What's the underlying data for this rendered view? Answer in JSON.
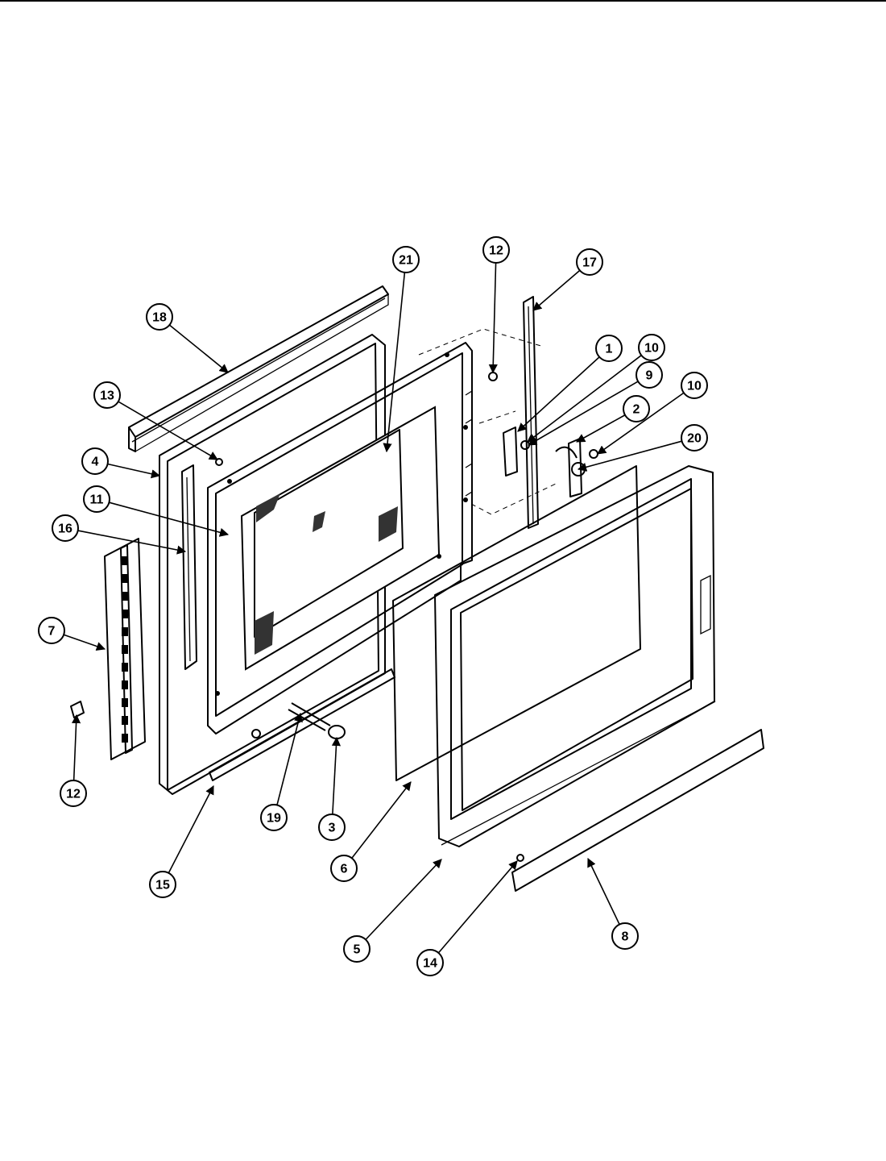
{
  "diagram": {
    "type": "exploded-parts-view",
    "callouts": [
      "1",
      "2",
      "3",
      "4",
      "5",
      "6",
      "7",
      "8",
      "9",
      "10",
      "10",
      "11",
      "12",
      "12",
      "13",
      "14",
      "15",
      "16",
      "17",
      "18",
      "19",
      "20",
      "21"
    ]
  }
}
